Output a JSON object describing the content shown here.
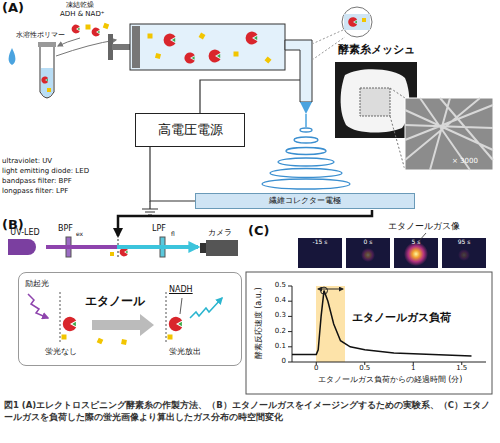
{
  "diagram": {
    "caption": "図1 (A)エレクトロスピニング酵素糸の作製方法、（B）エタノールガスをイメージングするための実験系、（C）エタノールガスを負荷した際の蛍光画像より算出したガス分布の時空間変化",
    "nodes": [
      {
        "text": [
          "酵素糸メッシュ"
        ]
      },
      {
        "text": [
          "高電圧電源"
        ]
      },
      {
        "text": [
          "繊維コレクター電極"
        ]
      },
      {
        "text": [
          "UV-LED"
        ]
      },
      {
        "text": [
          "カメラ"
        ]
      },
      {
        "text": [
          "励起光",
          "エタノール",
          "NADH",
          "蛍光なし",
          "蛍光放出"
        ]
      }
    ],
    "edges": [
      {
        "from": 1,
        "to": 2,
        "arrow": "none"
      },
      {
        "from": 3,
        "to": 4,
        "arrow": "to"
      }
    ],
    "labels": [
      "(A)",
      "凍結乾燥",
      "ADH & NAD⁺",
      "水溶性ポリマー",
      "ultraviolet: UV",
      "light emitting diode: LED",
      "bandpass filter: BPF",
      "longpass filter: LPF",
      "× 3000",
      "(B)",
      "BPF",
      "ex",
      "LPF",
      "fl",
      "(C)",
      "エタノールガス像",
      "-15 s",
      "0 s",
      "5 s",
      "95 s",
      "エタノールガス負荷",
      "0",
      "0.1",
      "0.2",
      "0.3",
      "0.4",
      "0.5",
      "0",
      "0.5",
      "1",
      "1.5",
      "酵素反応速度 (a.u.)",
      "エタノールガス負荷からの経過時間 (分)"
    ]
  }
}
